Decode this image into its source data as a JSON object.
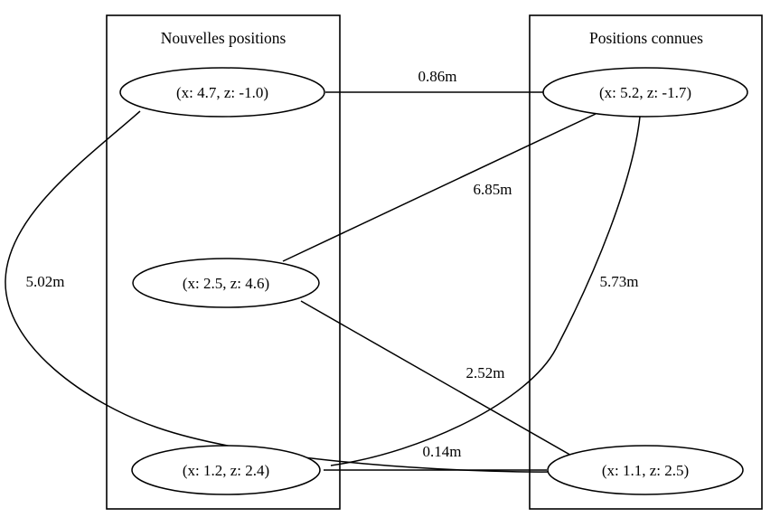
{
  "diagram": {
    "title_left": "Nouvelles positions",
    "title_right": "Positions connues",
    "background_color": "#ffffff",
    "line_color": "#000000"
  },
  "clusters": [
    {
      "id": "nouvelles",
      "label": "Nouvelles positions",
      "nodes": [
        {
          "id": "n1",
          "label": "(x: 4.7, z: -1.0)",
          "x": 4.7,
          "z": -1.0
        },
        {
          "id": "n2",
          "label": "(x: 2.5, z: 4.6)",
          "x": 2.5,
          "z": 4.6
        },
        {
          "id": "n3",
          "label": "(x: 1.2, z: 2.4)",
          "x": 1.2,
          "z": 2.4
        }
      ]
    },
    {
      "id": "connues",
      "label": "Positions connues",
      "nodes": [
        {
          "id": "k1",
          "label": "(x: 5.2, z: -1.7)",
          "x": 5.2,
          "z": -1.7
        },
        {
          "id": "k2",
          "label": "(x: 1.1, z: 2.5)",
          "x": 1.1,
          "z": 2.5
        }
      ]
    }
  ],
  "edges": [
    {
      "id": "e1",
      "from": "n1",
      "to": "k1",
      "label": "0.86m",
      "value": 0.86,
      "unit": "m"
    },
    {
      "id": "e2",
      "from": "n2",
      "to": "k1",
      "label": "6.85m",
      "value": 6.85,
      "unit": "m"
    },
    {
      "id": "e3",
      "from": "n1",
      "to": "k2",
      "label": "5.02m",
      "value": 5.02,
      "unit": "m"
    },
    {
      "id": "e4",
      "from": "k1",
      "to": "n3",
      "label": "5.73m",
      "value": 5.73,
      "unit": "m"
    },
    {
      "id": "e5",
      "from": "n2",
      "to": "k2",
      "label": "2.52m",
      "value": 2.52,
      "unit": "m"
    },
    {
      "id": "e6",
      "from": "n3",
      "to": "k2",
      "label": "0.14m",
      "value": 0.14,
      "unit": "m"
    }
  ]
}
